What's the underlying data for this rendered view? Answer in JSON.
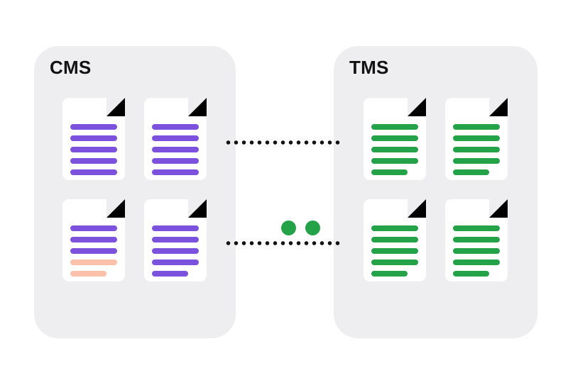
{
  "diagram": {
    "title_cms": "CMS",
    "title_tms": "TMS",
    "colors": {
      "panel_background": "#eeeef0",
      "canvas_background": "#ffffff",
      "card_background": "#ffffff",
      "source_line": "#7c51dd",
      "target_line": "#23a248",
      "untranslated_line": "#fdc0ab",
      "status_dot": "#23a248",
      "connector_dot": "#111111",
      "fold_corner": "#000000",
      "title_text": "#121212"
    },
    "panels": [
      {
        "id": "cms",
        "label": "CMS",
        "documents": [
          {
            "name": "cms-document-1",
            "lines": [
              {
                "color": "purple",
                "short": false
              },
              {
                "color": "purple",
                "short": false
              },
              {
                "color": "purple",
                "short": false
              },
              {
                "color": "purple",
                "short": false
              },
              {
                "color": "purple",
                "short": false
              }
            ]
          },
          {
            "name": "cms-document-2",
            "lines": [
              {
                "color": "purple",
                "short": false
              },
              {
                "color": "purple",
                "short": false
              },
              {
                "color": "purple",
                "short": false
              },
              {
                "color": "purple",
                "short": false
              },
              {
                "color": "purple",
                "short": false
              }
            ]
          },
          {
            "name": "cms-document-3",
            "lines": [
              {
                "color": "purple",
                "short": false
              },
              {
                "color": "purple",
                "short": false
              },
              {
                "color": "purple",
                "short": false
              },
              {
                "color": "salmon",
                "short": false
              },
              {
                "color": "salmon",
                "short": true
              }
            ]
          },
          {
            "name": "cms-document-4",
            "lines": [
              {
                "color": "purple",
                "short": false
              },
              {
                "color": "purple",
                "short": false
              },
              {
                "color": "purple",
                "short": false
              },
              {
                "color": "purple",
                "short": false
              },
              {
                "color": "purple",
                "short": true
              }
            ]
          }
        ]
      },
      {
        "id": "tms",
        "label": "TMS",
        "documents": [
          {
            "name": "tms-document-1",
            "lines": [
              {
                "color": "green",
                "short": false
              },
              {
                "color": "green",
                "short": false
              },
              {
                "color": "green",
                "short": false
              },
              {
                "color": "green",
                "short": false
              },
              {
                "color": "green",
                "short": true
              }
            ]
          },
          {
            "name": "tms-document-2",
            "lines": [
              {
                "color": "green",
                "short": false
              },
              {
                "color": "green",
                "short": false
              },
              {
                "color": "green",
                "short": false
              },
              {
                "color": "green",
                "short": false
              },
              {
                "color": "green",
                "short": true
              }
            ]
          },
          {
            "name": "tms-document-3",
            "lines": [
              {
                "color": "green",
                "short": false
              },
              {
                "color": "green",
                "short": false
              },
              {
                "color": "green",
                "short": false
              },
              {
                "color": "green",
                "short": false
              },
              {
                "color": "green",
                "short": true
              }
            ]
          },
          {
            "name": "tms-document-4",
            "lines": [
              {
                "color": "green",
                "short": false
              },
              {
                "color": "green",
                "short": false
              },
              {
                "color": "green",
                "short": false
              },
              {
                "color": "green",
                "short": false
              },
              {
                "color": "green",
                "short": true
              }
            ]
          }
        ]
      }
    ],
    "connectors": [
      {
        "name": "connector-top",
        "style": "dotted"
      },
      {
        "name": "connector-bottom",
        "style": "dotted"
      }
    ],
    "status_dots": [
      {
        "name": "status-dot-1",
        "color": "#23a248"
      },
      {
        "name": "status-dot-2",
        "color": "#23a248"
      }
    ]
  }
}
